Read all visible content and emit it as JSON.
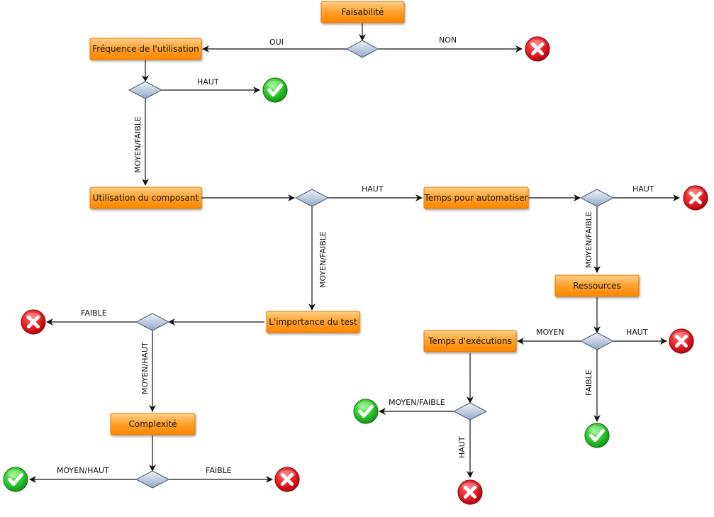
{
  "colors": {
    "box_top": "#ffc66b",
    "box_bottom": "#ff8a00",
    "box_border": "#e07800",
    "diamond_top": "#dfe8f5",
    "diamond_bottom": "#9fb3cf",
    "diamond_border": "#4a5a70",
    "fail": "#d8121f",
    "ok": "#21b521"
  },
  "nodes": {
    "faisabilite": "Faisabilité",
    "frequence": "Fréquence de l'utilisation",
    "utilisation": "Utilisation du composant",
    "temps_auto": "Temps pour automatiser",
    "ressources": "Ressources",
    "importance": "L'importance du test",
    "temps_exec": "Temps d'exécutions",
    "complexite": "Complexité"
  },
  "edges": {
    "oui": "OUI",
    "non": "NON",
    "haut_1": "HAUT",
    "moyen_faible_1": "MOYEN/FAIBLE",
    "haut_2": "HAUT",
    "moyen_faible_2": "MOYEN/FAIBLE",
    "haut_3": "HAUT",
    "moyen_faible_3": "MOYEN/FAIBLE",
    "faible_1": "FAIBLE",
    "moyen_haut_1": "MOYEN/HAUT",
    "moyen": "MOYEN",
    "haut_4": "HAUT",
    "faible_2": "FAIBLE",
    "moyen_faible_4": "MOYEN/FAIBLE",
    "haut_5": "HAUT",
    "moyen_haut_2": "MOYEN/HAUT",
    "faible_3": "FAIBLE"
  },
  "icons": {
    "fail": "x-circle-icon",
    "ok": "check-circle-icon"
  }
}
